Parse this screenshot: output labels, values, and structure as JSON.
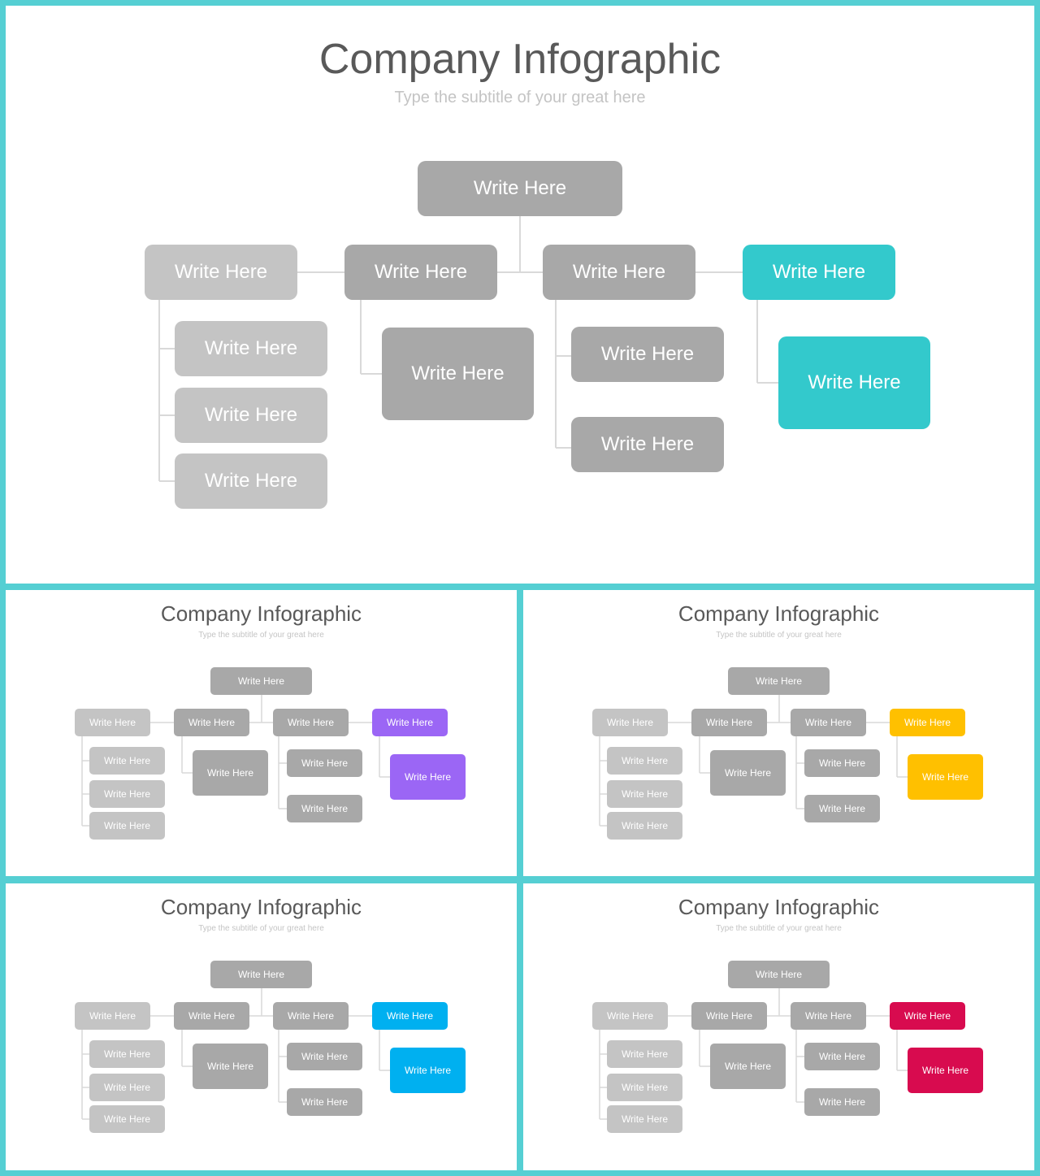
{
  "slides": [
    {
      "id": "main",
      "title": "Company Infographic",
      "subtitle": "Type the subtitle of your great here",
      "accent_color": "#33c9cc",
      "nodes": {
        "root": "Write Here",
        "branch_1": "Write Here",
        "branch_2": "Write Here",
        "branch_3": "Write Here",
        "branch_4_accent": "Write Here",
        "branch_1_child_1": "Write Here",
        "branch_1_child_2": "Write Here",
        "branch_1_child_3": "Write Here",
        "branch_2_child_1": "Write Here",
        "branch_3_child_1": "Write Here",
        "branch_3_child_2": "Write Here",
        "branch_4_child_1_accent": "Write Here"
      }
    },
    {
      "id": "purple",
      "title": "Company Infographic",
      "subtitle": "Type the subtitle of your great here",
      "accent_color": "#9b66f5",
      "nodes": {
        "root": "Write Here",
        "branch_1": "Write Here",
        "branch_2": "Write Here",
        "branch_3": "Write Here",
        "branch_4_accent": "Write Here",
        "branch_1_child_1": "Write Here",
        "branch_1_child_2": "Write Here",
        "branch_1_child_3": "Write Here",
        "branch_2_child_1": "Write Here",
        "branch_3_child_1": "Write Here",
        "branch_3_child_2": "Write Here",
        "branch_4_child_1_accent": "Write Here"
      }
    },
    {
      "id": "yellow",
      "title": "Company Infographic",
      "subtitle": "Type the subtitle of your great here",
      "accent_color": "#ffc000",
      "nodes": {
        "root": "Write Here",
        "branch_1": "Write Here",
        "branch_2": "Write Here",
        "branch_3": "Write Here",
        "branch_4_accent": "Write Here",
        "branch_1_child_1": "Write Here",
        "branch_1_child_2": "Write Here",
        "branch_1_child_3": "Write Here",
        "branch_2_child_1": "Write Here",
        "branch_3_child_1": "Write Here",
        "branch_3_child_2": "Write Here",
        "branch_4_child_1_accent": "Write Here"
      }
    },
    {
      "id": "blue",
      "title": "Company Infographic",
      "subtitle": "Type the subtitle of your great here",
      "accent_color": "#00b0f0",
      "nodes": {
        "root": "Write Here",
        "branch_1": "Write Here",
        "branch_2": "Write Here",
        "branch_3": "Write Here",
        "branch_4_accent": "Write Here",
        "branch_1_child_1": "Write Here",
        "branch_1_child_2": "Write Here",
        "branch_1_child_3": "Write Here",
        "branch_2_child_1": "Write Here",
        "branch_3_child_1": "Write Here",
        "branch_3_child_2": "Write Here",
        "branch_4_child_1_accent": "Write Here"
      }
    },
    {
      "id": "red",
      "title": "Company Infographic",
      "subtitle": "Type the subtitle of your great here",
      "accent_color": "#d80b4f",
      "nodes": {
        "root": "Write Here",
        "branch_1": "Write Here",
        "branch_2": "Write Here",
        "branch_3": "Write Here",
        "branch_4_accent": "Write Here",
        "branch_1_child_1": "Write Here",
        "branch_1_child_2": "Write Here",
        "branch_1_child_3": "Write Here",
        "branch_2_child_1": "Write Here",
        "branch_3_child_1": "Write Here",
        "branch_3_child_2": "Write Here",
        "branch_4_child_1_accent": "Write Here"
      }
    }
  ],
  "colors": {
    "frame": "#55cfd3",
    "connector": "#d9d9d9",
    "node_gray_dark": "#a3a3a3",
    "node_gray_light": "#c4c4c4"
  }
}
